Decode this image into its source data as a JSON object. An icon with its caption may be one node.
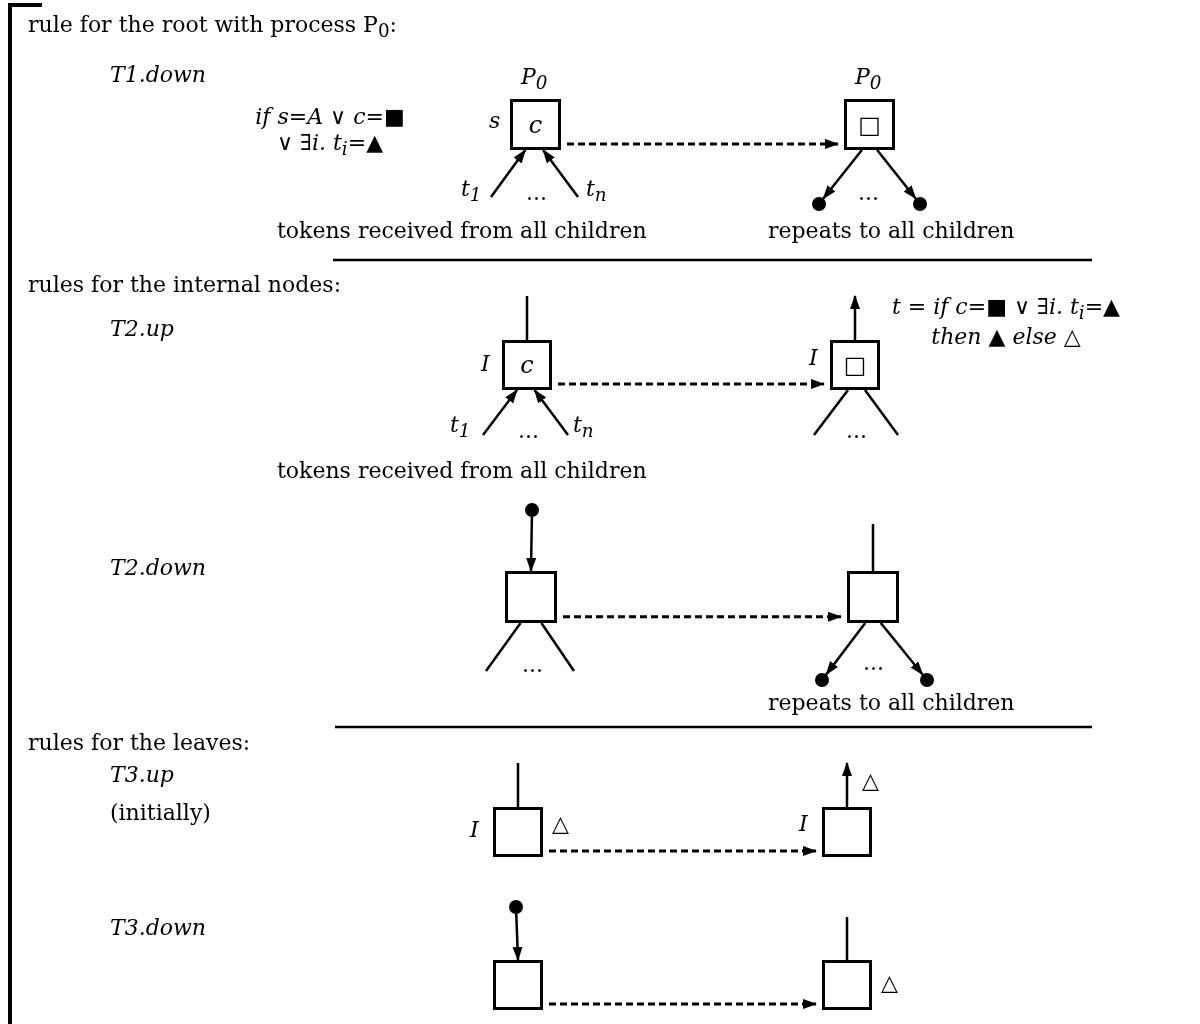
{
  "diagram": {
    "nodes": [
      {
        "text": [
          "c"
        ],
        "beside": [
          "P$_{0}$",
          "s"
        ]
      },
      {
        "text": [
          "□"
        ],
        "beside": [
          "P$_{0}$"
        ]
      },
      {
        "text": [],
        "shape": "circle"
      },
      {
        "text": [],
        "shape": "circle"
      },
      {
        "text": [
          "c"
        ],
        "beside": [
          "I"
        ]
      },
      {
        "text": [
          "□"
        ],
        "beside": [
          "I"
        ]
      },
      {
        "text": [],
        "shape": "circle"
      },
      {
        "text": [],
        "shape": "box"
      },
      {
        "text": [],
        "shape": "box"
      },
      {
        "text": [],
        "shape": "circle"
      },
      {
        "text": [],
        "shape": "circle"
      },
      {
        "text": [],
        "shape": "box",
        "beside": [
          "I",
          "△"
        ]
      },
      {
        "text": [],
        "shape": "box",
        "beside": [
          "I"
        ]
      },
      {
        "text": [],
        "shape": "circle"
      },
      {
        "text": [],
        "shape": "box"
      },
      {
        "text": [],
        "shape": "box",
        "beside": [
          "△"
        ]
      }
    ],
    "edges": [
      {
        "from": null,
        "to": 0,
        "arrow": "to",
        "label": "t$_{1}$"
      },
      {
        "from": null,
        "to": 0,
        "arrow": "to",
        "label": "t$_{n}$"
      },
      {
        "from": 0,
        "to": 1,
        "arrow": "to",
        "style": "dashed"
      },
      {
        "from": 1,
        "to": 2,
        "arrow": "to"
      },
      {
        "from": 1,
        "to": 3,
        "arrow": "to"
      },
      {
        "from": 4,
        "to": null,
        "arrow": "none"
      },
      {
        "from": null,
        "to": 4,
        "arrow": "to",
        "label": "t$_{1}$"
      },
      {
        "from": null,
        "to": 4,
        "arrow": "to",
        "label": "t$_{n}$"
      },
      {
        "from": 4,
        "to": 5,
        "arrow": "to",
        "style": "dashed"
      },
      {
        "from": 5,
        "to": null,
        "arrow": "to",
        "label": "t = if c=■ ∨ ∃i. t$_{i}$=▲ then ▲ else △"
      },
      {
        "from": 5,
        "to": null,
        "arrow": "none"
      },
      {
        "from": 5,
        "to": null,
        "arrow": "none"
      },
      {
        "from": 6,
        "to": 7,
        "arrow": "to"
      },
      {
        "from": 7,
        "to": null,
        "arrow": "none"
      },
      {
        "from": 7,
        "to": null,
        "arrow": "none"
      },
      {
        "from": 7,
        "to": 8,
        "arrow": "to",
        "style": "dashed"
      },
      {
        "from": 8,
        "to": null,
        "arrow": "none"
      },
      {
        "from": 8,
        "to": 9,
        "arrow": "to"
      },
      {
        "from": 8,
        "to": 10,
        "arrow": "to"
      },
      {
        "from": 11,
        "to": null,
        "arrow": "none"
      },
      {
        "from": 11,
        "to": 12,
        "arrow": "to",
        "style": "dashed"
      },
      {
        "from": 12,
        "to": null,
        "arrow": "to",
        "label": "△"
      },
      {
        "from": 13,
        "to": 14,
        "arrow": "to"
      },
      {
        "from": 14,
        "to": 15,
        "arrow": "to",
        "style": "dashed"
      },
      {
        "from": 15,
        "to": null,
        "arrow": "none"
      }
    ],
    "labels": [
      "rule for the root with process P$_{0}$:",
      "T1.down",
      "if s=A ∨ c=■ ∨ ∃i. t$_{i}$=▲",
      "...",
      "...",
      "tokens received from all children",
      "repeats to all children",
      "rules for the internal nodes:",
      "T2.up",
      "...",
      "...",
      "tokens received from all children",
      "T2.down",
      "...",
      "...",
      "repeats to all children",
      "rules for the leaves:",
      "T3.up",
      "(initially)",
      "T3.down"
    ]
  }
}
